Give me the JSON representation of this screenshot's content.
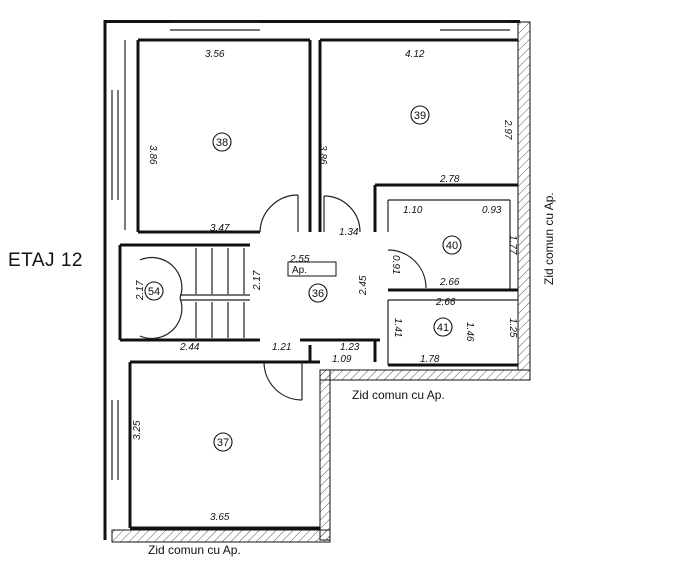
{
  "floor_label": "ETAJ 12",
  "rooms": [
    {
      "id": "r38",
      "number": "38"
    },
    {
      "id": "r39",
      "number": "39"
    },
    {
      "id": "r40",
      "number": "40"
    },
    {
      "id": "r41",
      "number": "41"
    },
    {
      "id": "r36",
      "number": "36"
    },
    {
      "id": "r54",
      "number": "54"
    },
    {
      "id": "r37",
      "number": "37"
    }
  ],
  "dimensions": [
    "3.56",
    "4.12",
    "3.86",
    "3.86",
    "2.97",
    "2.78",
    "1.10",
    "0.93",
    "3.47",
    "1.34",
    "1.77",
    "2.55",
    "0.91",
    "2.66",
    "2.66",
    "2.17",
    "2.45",
    "1.41",
    "1.46",
    "1.25",
    "2.44",
    "1.21",
    "1.23",
    "1.09",
    "1.78",
    "3.25",
    "3.65",
    "2.17"
  ],
  "apartment_tag": "Ap.",
  "shared_walls": {
    "right": "Zid comun cu Ap.",
    "middle": "Zid comun cu Ap.",
    "bottom": "Zid comun cu Ap."
  }
}
